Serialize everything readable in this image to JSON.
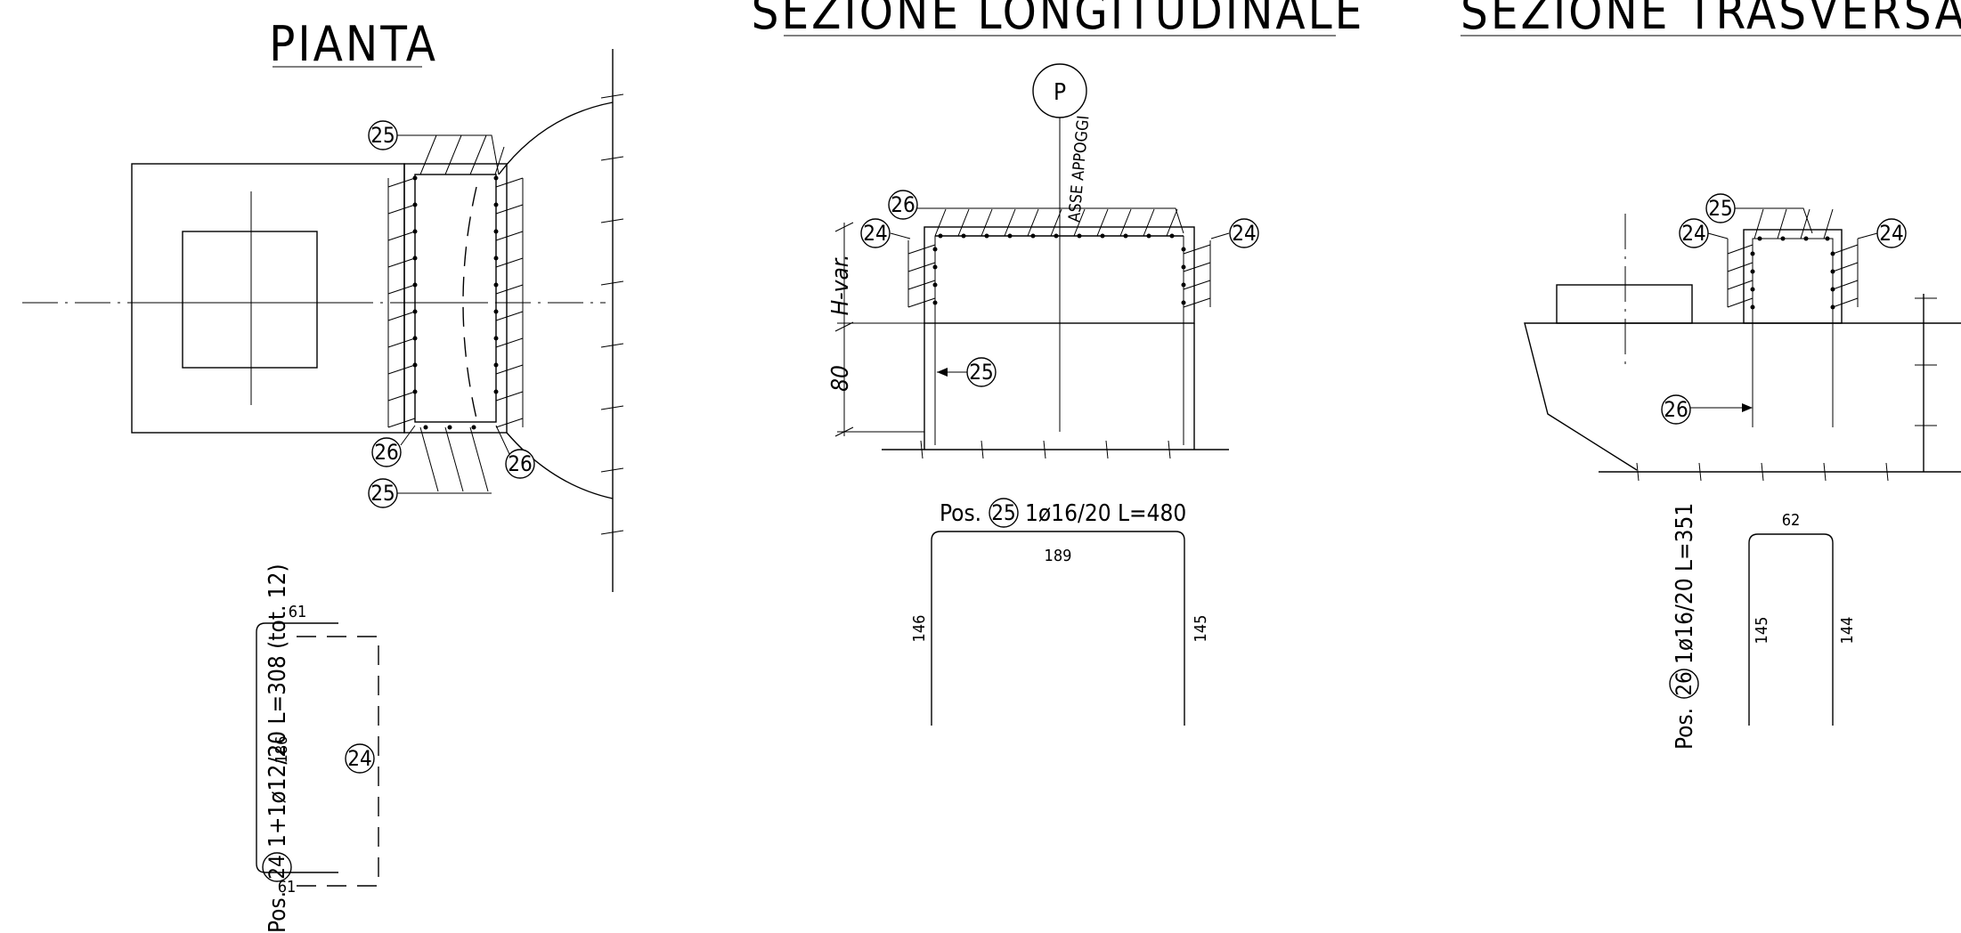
{
  "titles": {
    "plan": "PIANTA",
    "long_section": "SEZIONE LONGITUDINALE",
    "trans_section": "SEZIONE TRASVERSALE"
  },
  "marks": {
    "m24": "24",
    "m25": "25",
    "m26": "26",
    "pier": "P"
  },
  "annotations": {
    "axis": "ASSE APPOGGI",
    "h_var": "H-var.",
    "dim_80": "80"
  },
  "bars": {
    "pos24": {
      "prefix": "Pos.",
      "spec": "1+1ø12/20 L=308 (tot. 12)",
      "top": "61",
      "side": "186",
      "bottom": "61"
    },
    "pos25": {
      "prefix": "Pos.",
      "spec": "1ø16/20 L=480",
      "top": "189",
      "left": "146",
      "right": "145"
    },
    "pos26": {
      "prefix": "Pos.",
      "spec": "1ø16/20 L=351",
      "top": "62",
      "left": "145",
      "right": "144"
    }
  },
  "style": {
    "ink": "#000000",
    "paper": "#ffffff"
  }
}
